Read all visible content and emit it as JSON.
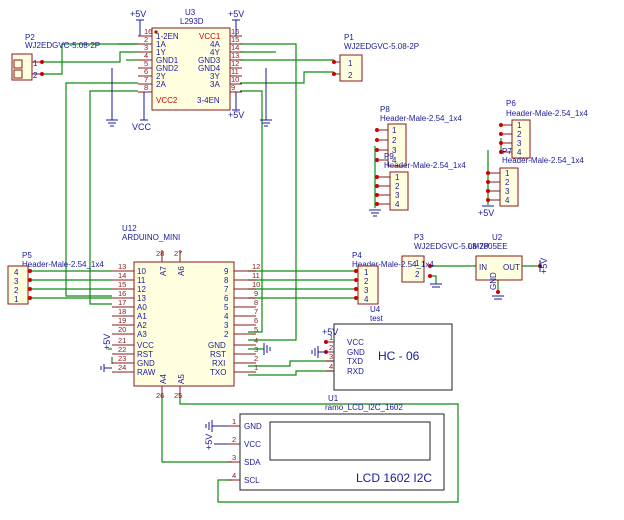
{
  "U3": {
    "ref": "U3",
    "value": "L293D",
    "left_pins": [
      [
        "16",
        "1-2EN"
      ],
      [
        "2",
        "1A"
      ],
      [
        "3",
        "1Y"
      ],
      [
        "4",
        "GND1"
      ],
      [
        "5",
        "GND2"
      ],
      [
        "6",
        "2Y"
      ],
      [
        "7",
        "2A"
      ],
      [
        "8",
        "VCC2"
      ]
    ],
    "right_pins": [
      [
        "16",
        "VCC1"
      ],
      [
        "15",
        "4A"
      ],
      [
        "14",
        "4Y"
      ],
      [
        "13",
        "GND3"
      ],
      [
        "12",
        "GND4"
      ],
      [
        "11",
        "3Y"
      ],
      [
        "10",
        "3A"
      ],
      [
        "9",
        "3-4EN"
      ]
    ]
  },
  "P2": {
    "ref": "P2",
    "value": "WJ2EDGVC-5.08-2P",
    "pins": [
      "1",
      "2"
    ]
  },
  "P1": {
    "ref": "P1",
    "value": "WJ2EDGVC-5.08-2P",
    "pins": [
      "1",
      "2"
    ]
  },
  "P8": {
    "ref": "P8",
    "value": "Header-Male-2.54_1x4",
    "pins": [
      "1",
      "2",
      "3",
      "4"
    ]
  },
  "P9": {
    "ref": "P9",
    "value": "Header-Male-2.54_1x4",
    "pins": [
      "1",
      "2",
      "3",
      "4"
    ]
  },
  "P6": {
    "ref": "P6",
    "value": "Header-Male-2.54_1x4",
    "pins": [
      "1",
      "2",
      "3",
      "4"
    ]
  },
  "P7": {
    "ref": "P7",
    "value": "Header-Male-2.54_1x4",
    "pins": [
      "1",
      "2",
      "3",
      "4"
    ]
  },
  "P5": {
    "ref": "P5",
    "value": "Header-Male-2.54_1x4",
    "pins": [
      "4",
      "3",
      "2",
      "1"
    ]
  },
  "P4": {
    "ref": "P4",
    "value": "Header-Male-2.54_1x4",
    "pins": [
      "1",
      "2",
      "3",
      "4"
    ]
  },
  "P3": {
    "ref": "P3",
    "value": "WJ2EDGVC-5.08-2P",
    "pins": [
      "1",
      "2"
    ]
  },
  "U2": {
    "ref": "U2",
    "value": "LM7805EE",
    "in": "IN",
    "out": "OUT",
    "gnd": "GND"
  },
  "U12": {
    "ref": "U12",
    "value": "ARDUINO_MINI",
    "top_pins": [
      [
        "28",
        "A7"
      ],
      [
        "27",
        "A6"
      ]
    ],
    "left_pins": [
      [
        "13",
        "10"
      ],
      [
        "14",
        "11"
      ],
      [
        "15",
        "12"
      ],
      [
        "16",
        "13"
      ],
      [
        "17",
        "A0"
      ],
      [
        "18",
        "A1"
      ],
      [
        "19",
        "A2"
      ],
      [
        "20",
        "A3"
      ],
      [
        "21",
        "VCC"
      ],
      [
        "22",
        "RST"
      ],
      [
        "23",
        "GND"
      ],
      [
        "24",
        "RAW"
      ]
    ],
    "right_pins": [
      [
        "12",
        "9"
      ],
      [
        "11",
        "8"
      ],
      [
        "10",
        "7"
      ],
      [
        "9",
        "6"
      ],
      [
        "8",
        "5"
      ],
      [
        "7",
        "4"
      ],
      [
        "6",
        "3"
      ],
      [
        "5",
        "2"
      ],
      [
        "4",
        "GND"
      ],
      [
        "3",
        "RST"
      ],
      [
        "2",
        "RXI"
      ],
      [
        "1",
        "TXO"
      ]
    ],
    "bottom_pins": [
      [
        "26",
        "A4"
      ],
      [
        "25",
        "A5"
      ]
    ]
  },
  "U4": {
    "ref": "U4",
    "value": "test",
    "title": "HC - 06",
    "pins": [
      [
        "1",
        "VCC"
      ],
      [
        "2",
        "GND"
      ],
      [
        "3",
        "TXD"
      ],
      [
        "4",
        "RXD"
      ]
    ]
  },
  "U1": {
    "ref": "U1",
    "value": "ramo_LCD_I2C_1602",
    "title": "LCD 1602 I2C",
    "pins": [
      [
        "1",
        "GND"
      ],
      [
        "2",
        "VCC"
      ],
      [
        "3",
        "SDA"
      ],
      [
        "4",
        "SCL"
      ]
    ]
  },
  "power": {
    "v5": "+5V",
    "vcc": "VCC"
  }
}
